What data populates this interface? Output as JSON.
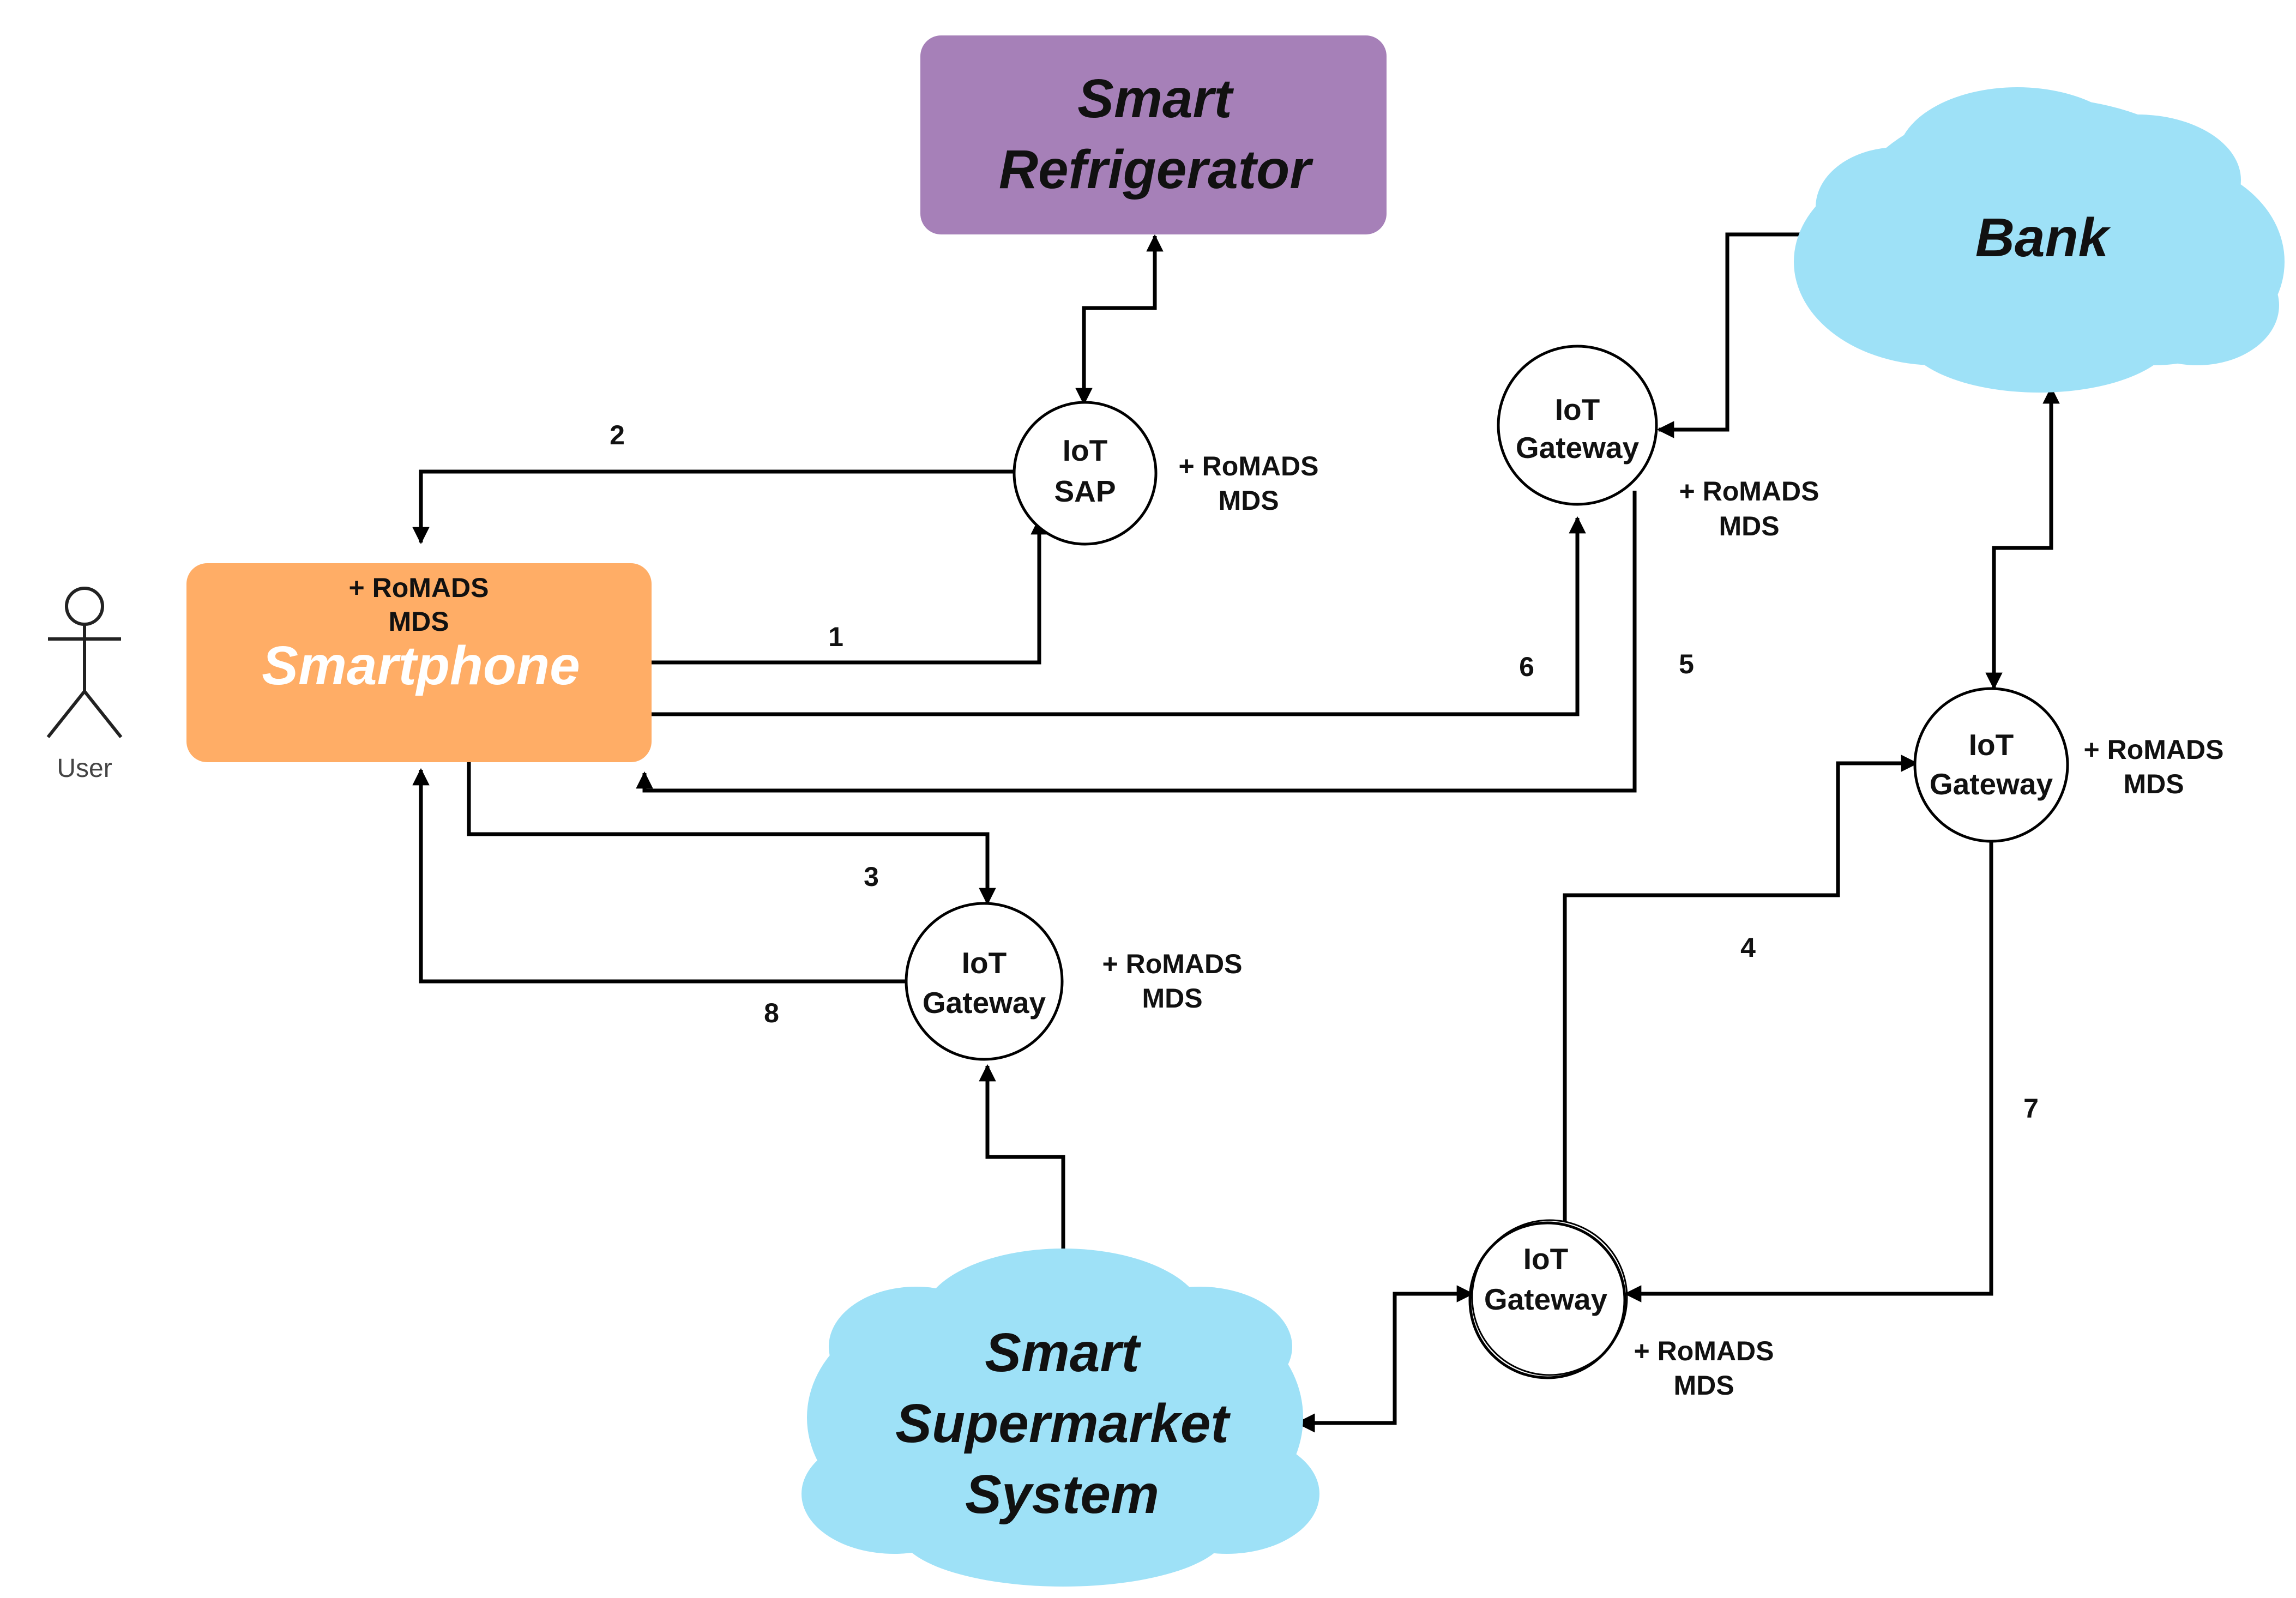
{
  "nodes": {
    "refrigerator": {
      "line1": "Smart",
      "line2": "Refrigerator",
      "fill": "#a680b8"
    },
    "bank": {
      "label": "Bank",
      "fill": "#9ee1f7"
    },
    "smartphone": {
      "label": "Smartphone",
      "fill": "#ffad66",
      "note_line1": "+ RoMADS",
      "note_line2": "MDS"
    },
    "supermarket": {
      "line1": "Smart",
      "line2": "Supermarket",
      "line3": "System",
      "fill": "#9ee1f7"
    },
    "user": {
      "label": "User"
    }
  },
  "gateways": {
    "sap": {
      "line1": "IoT",
      "line2": "SAP",
      "note_line1": "+ RoMADS",
      "note_line2": "MDS"
    },
    "bank_gateway": {
      "line1": "IoT",
      "line2": "Gateway",
      "note_line1": "+ RoMADS",
      "note_line2": "MDS"
    },
    "phone_gateway": {
      "line1": "IoT",
      "line2": "Gateway",
      "note_line1": "+ RoMADS",
      "note_line2": "MDS"
    },
    "right_gateway": {
      "line1": "IoT",
      "line2": "Gateway",
      "note_line1": "+ RoMADS",
      "note_line2": "MDS"
    },
    "market_gateway": {
      "line1": "IoT",
      "line2": "Gateway",
      "note_line1": "+ RoMADS",
      "note_line2": "MDS"
    }
  },
  "edge_labels": {
    "e1": "1",
    "e2": "2",
    "e3": "3",
    "e4": "4",
    "e5": "5",
    "e6": "6",
    "e7": "7",
    "e8": "8"
  }
}
